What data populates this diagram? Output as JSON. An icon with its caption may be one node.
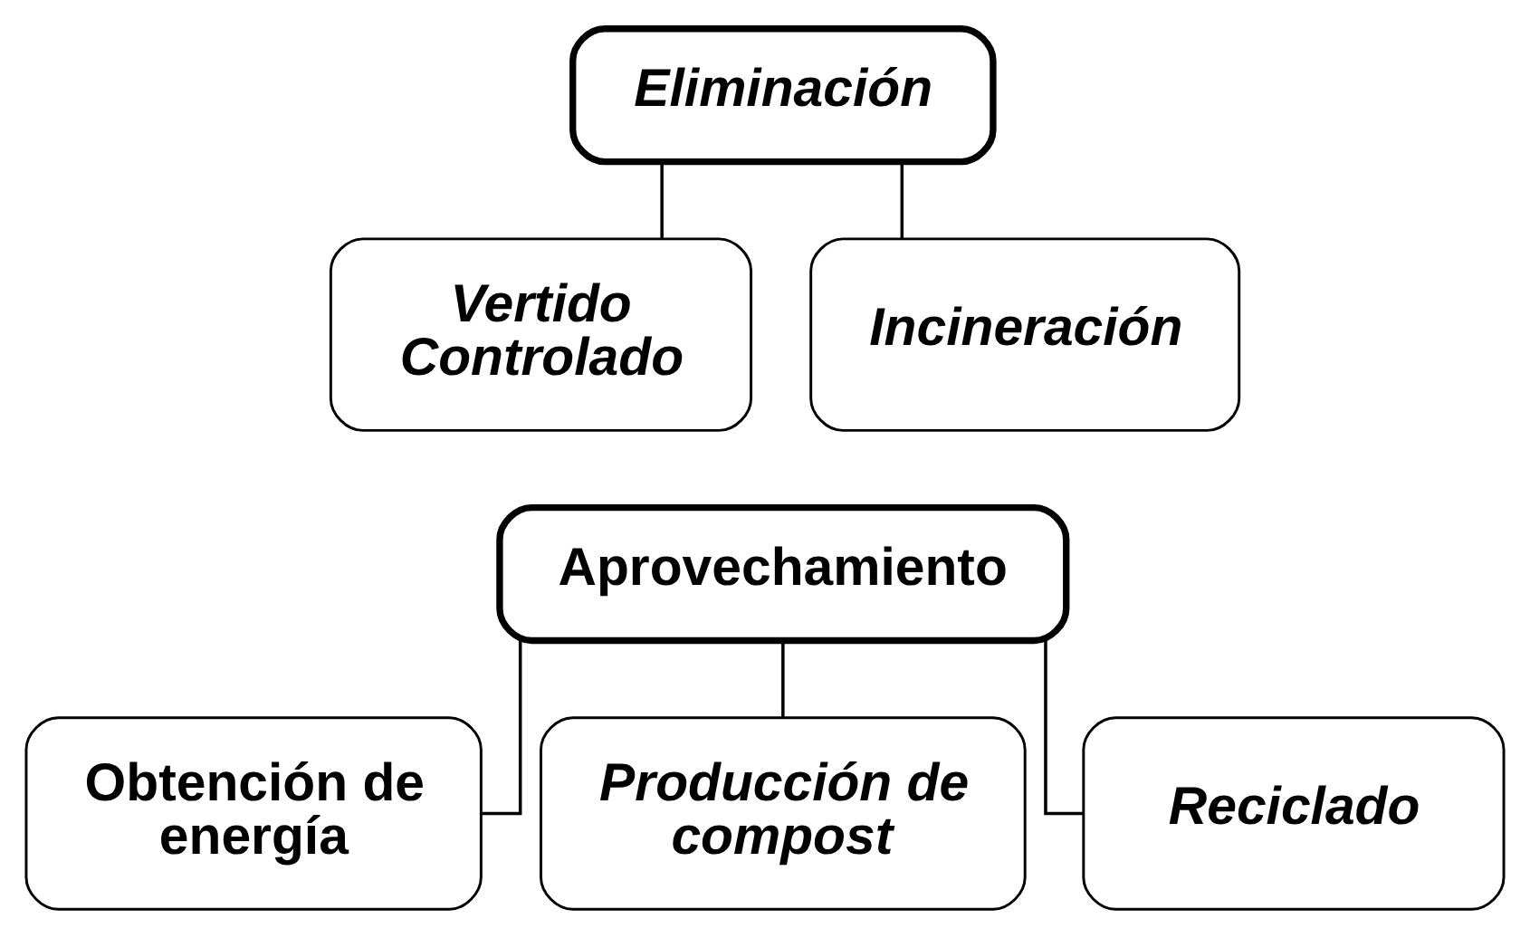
{
  "diagram": {
    "nodes": [
      {
        "text": [
          "Eliminación"
        ]
      },
      {
        "text": [
          "Vertido Controlado"
        ]
      },
      {
        "text": [
          "Incineración"
        ]
      },
      {
        "text": [
          "Aprovechamiento"
        ]
      },
      {
        "text": [
          "Obtención de energía"
        ]
      },
      {
        "text": [
          "Producción de compost"
        ]
      },
      {
        "text": [
          "Reciclado"
        ]
      }
    ],
    "edges": [
      {
        "from": 0,
        "to": 1,
        "arrow": "none"
      },
      {
        "from": 0,
        "to": 2,
        "arrow": "none"
      },
      {
        "from": 3,
        "to": 4,
        "arrow": "none"
      },
      {
        "from": 3,
        "to": 5,
        "arrow": "none"
      },
      {
        "from": 3,
        "to": 6,
        "arrow": "none"
      }
    ]
  }
}
